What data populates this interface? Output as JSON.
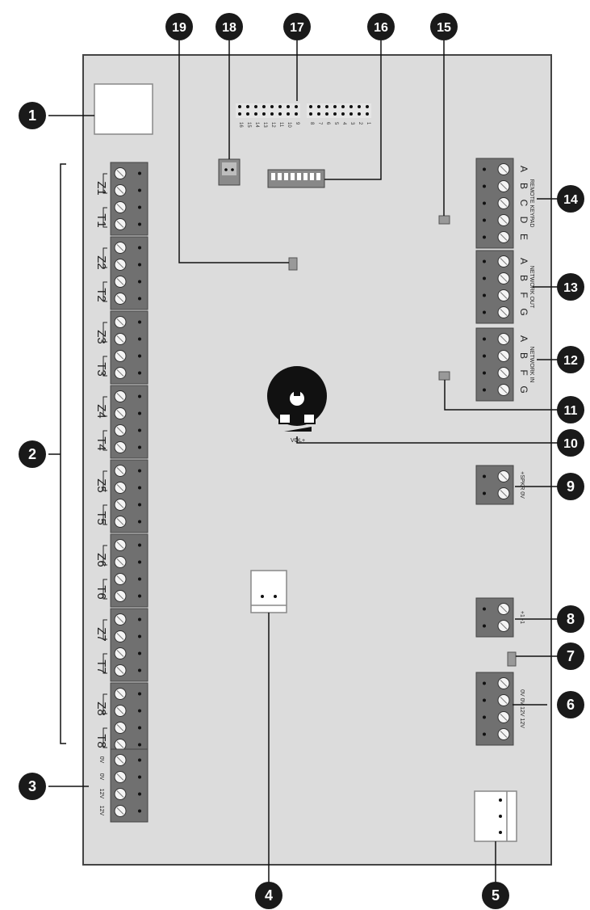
{
  "colors": {
    "board": "#dcdcdc",
    "board_edge": "#444444",
    "terminal": "#707070",
    "callout": "#1a1a1a",
    "callout_text": "#ffffff"
  },
  "callouts": [
    "1",
    "2",
    "3",
    "4",
    "5",
    "6",
    "7",
    "8",
    "9",
    "10",
    "11",
    "12",
    "13",
    "14",
    "15",
    "16",
    "17",
    "18",
    "19"
  ],
  "zones": [
    {
      "z": "Z1",
      "t": "T1"
    },
    {
      "z": "Z2",
      "t": "T2"
    },
    {
      "z": "Z3",
      "t": "T3"
    },
    {
      "z": "Z4",
      "t": "T4"
    },
    {
      "z": "Z5",
      "t": "T5"
    },
    {
      "z": "Z6",
      "t": "T6"
    },
    {
      "z": "Z7",
      "t": "T7"
    },
    {
      "z": "Z8",
      "t": "T8"
    }
  ],
  "power_left_labels": [
    "0V",
    "0V",
    "12V",
    "12V"
  ],
  "header_labels_left": [
    "16",
    "15",
    "14",
    "13",
    "12",
    "11",
    "10",
    "9"
  ],
  "header_labels_right": [
    "8",
    "7",
    "6",
    "5",
    "4",
    "3",
    "2",
    "1"
  ],
  "remote_keypad": {
    "letters": [
      "A",
      "B",
      "C",
      "D",
      "E"
    ],
    "name": "REMOTE KEYPAD"
  },
  "network_out": {
    "letters": [
      "A",
      "B",
      "F",
      "G"
    ],
    "name": "NETWORK OUT"
  },
  "network_in": {
    "letters": [
      "A",
      "B",
      "F",
      "G"
    ],
    "name": "NETWORK IN"
  },
  "speaker_label": "+SPKR 0V",
  "aux_label": "+1 -1",
  "power_right_label": "0V 0V 12V 12V",
  "vol_label": "VOL+"
}
